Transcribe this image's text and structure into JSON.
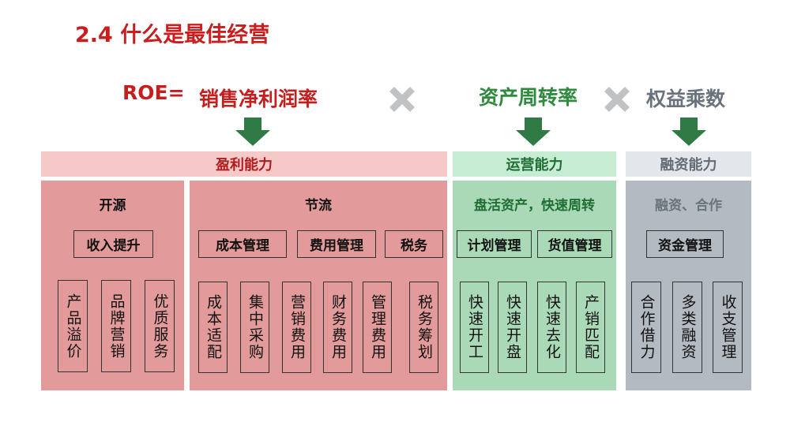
{
  "title": "2.4 什么是最佳经营",
  "formula": {
    "roe_label": "ROE=",
    "term1": "销售净利润率",
    "term2": "资产周转率",
    "term3": "权益乘数"
  },
  "bands": {
    "profit": "盈利能力",
    "operation": "运营能力",
    "finance": "融资能力"
  },
  "profit": {
    "open_source": {
      "header": "开源",
      "category": "收入提升",
      "items": [
        "产品溢价",
        "品牌营销",
        "优质服务"
      ]
    },
    "cost_saving": {
      "header": "节流",
      "categories": [
        "成本管理",
        "费用管理",
        "税务"
      ],
      "items": [
        "成本适配",
        "集中采购",
        "营销费用",
        "财务费用",
        "管理费用",
        "税务筹划"
      ]
    }
  },
  "operation": {
    "header": "盘活资产，快速周转",
    "categories": [
      "计划管理",
      "货值管理"
    ],
    "items": [
      "快速开工",
      "快速开盘",
      "快速去化",
      "产销匹配"
    ]
  },
  "finance": {
    "header": "融资、合作",
    "category": "资金管理",
    "items": [
      "合作借力",
      "多类融资",
      "收支管理"
    ]
  },
  "colors": {
    "title_red": "#c81e1e",
    "profit_band": "#f6c9c9",
    "profit_panel": "#e39a9a",
    "operation_band": "#c6ecd3",
    "operation_panel": "#a9d9b6",
    "finance_band": "#e3e6ea",
    "finance_panel": "#b4bac1",
    "arrow_green": "#2f7a45",
    "times_gray": "#c0c2c4"
  }
}
